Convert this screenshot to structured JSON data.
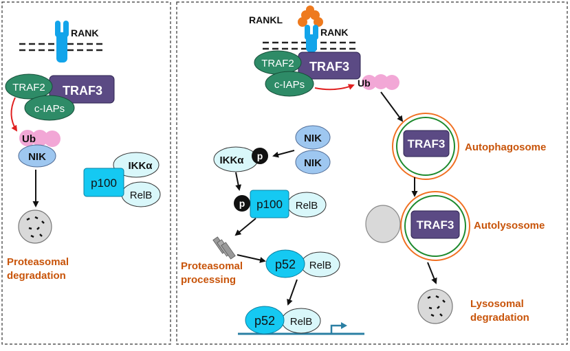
{
  "left_panel": {
    "receptor": "RANK",
    "traf2": "TRAF2",
    "traf3": "TRAF3",
    "ciaps": "c-IAPs",
    "ub": "Ub",
    "nik": "NIK",
    "p100": "p100",
    "ikka": "IKKα",
    "relb": "RelB",
    "result": [
      "Proteasomal",
      "degradation"
    ]
  },
  "right_panel": {
    "ligand": "RANKL",
    "receptor": "RANK",
    "traf2": "TRAF2",
    "traf3": "TRAF3",
    "ciaps": "c-IAPs",
    "ub": "Ub",
    "nik_top": "NIK",
    "nik_bottom": "NIK",
    "ikka": "IKKα",
    "p_ikka": "p",
    "p_p100": "p",
    "p100": "p100",
    "relb_p100": "RelB",
    "processing": [
      "Proteasomal",
      "processing"
    ],
    "p52": "p52",
    "relb_p52": "RelB",
    "p52_dna": "p52",
    "relb_dna": "RelB",
    "traf3_autophagosome": "TRAF3",
    "autophagosome": "Autophagosome",
    "traf3_autolysosome": "TRAF3",
    "autolysosome": "Autolysosome",
    "lysosomal": [
      "Lysosomal",
      "degradation"
    ]
  },
  "colors": {
    "traf2": "#2e8b67",
    "traf3": "#5b4a84",
    "ub": "#f2a7d6",
    "nik": "#9ec7f0",
    "light_cyan": "#d9f7fa",
    "cyan": "#15c9f2",
    "receptor": "#12a4ea",
    "ligand": "#ee7a1e",
    "orange_text": "#c8540a",
    "red_arrow": "#e02020",
    "phospho": "#111111",
    "dna": "#2a7fa3"
  }
}
